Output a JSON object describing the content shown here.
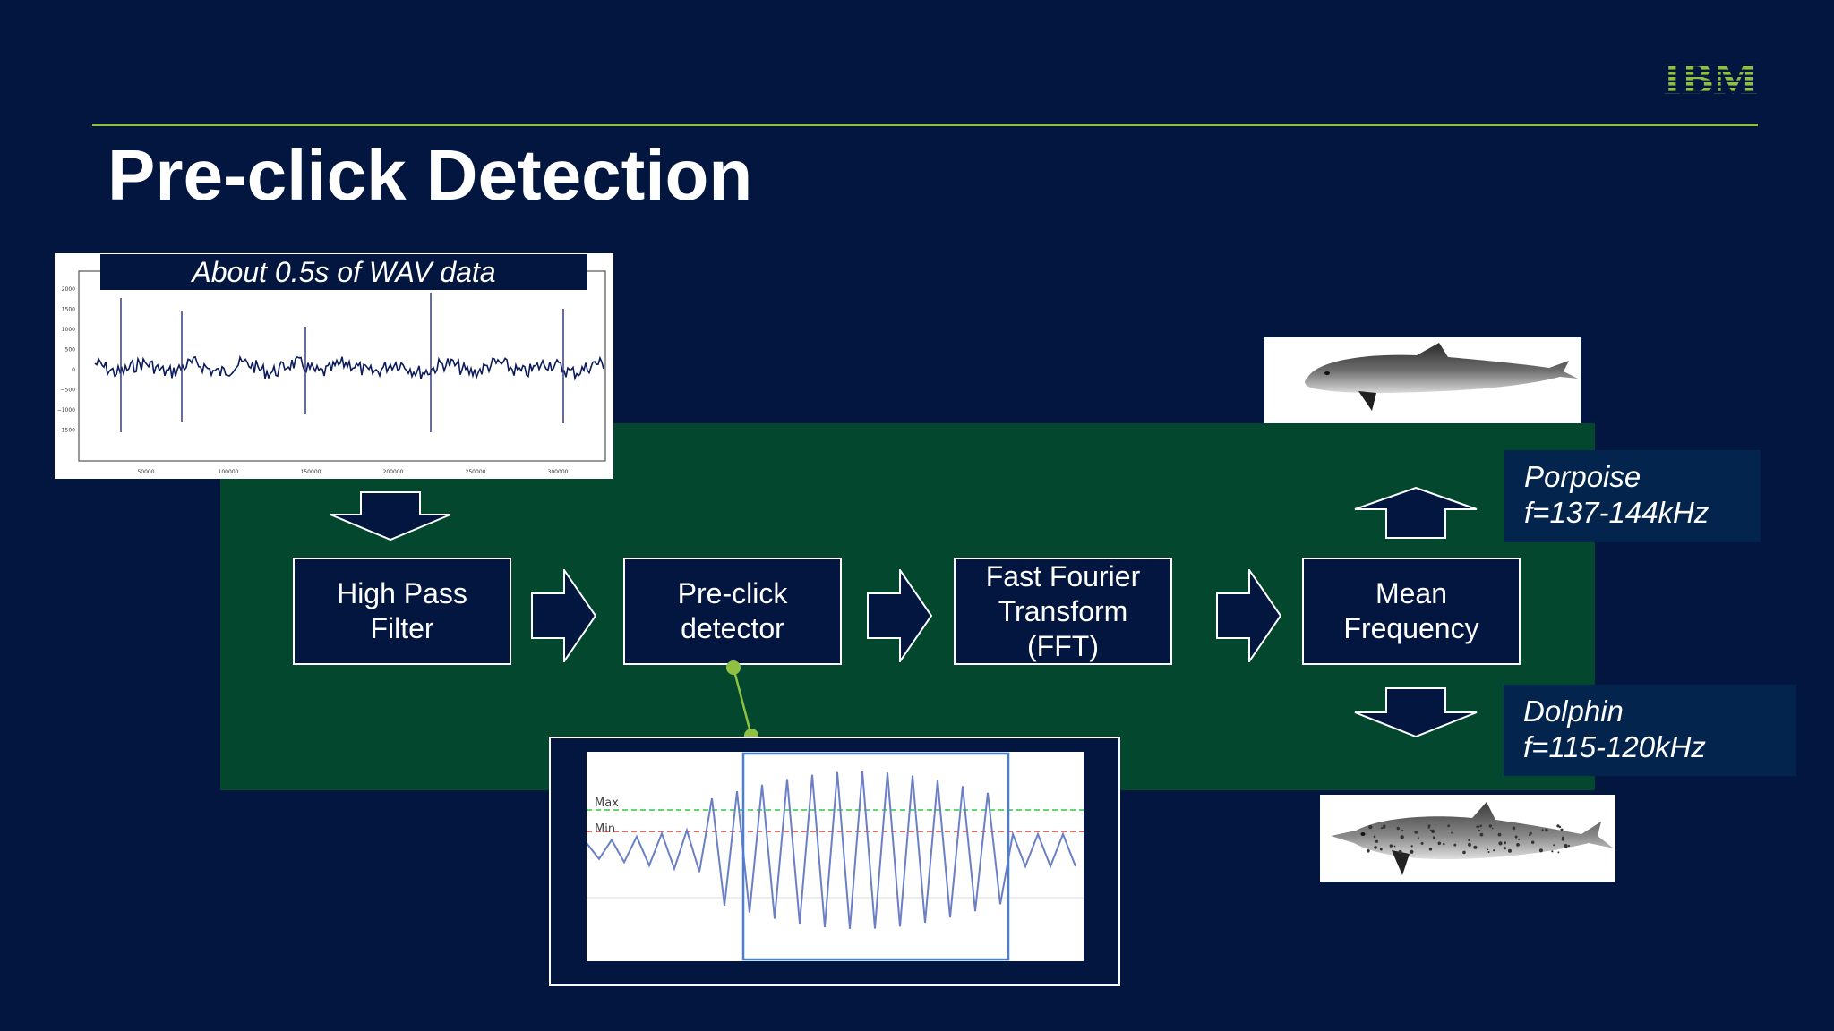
{
  "slide": {
    "title": "Pre-click Detection",
    "logo_text": "IBM"
  },
  "colors": {
    "background": "#02163f",
    "panel": "#02472e",
    "accent": "#8fc043",
    "waveform": "#0b1b5c",
    "detail_wave": "#6b7fc4",
    "max_line": "#2ecc40",
    "min_line": "#e53935",
    "window": "#4a7fd6"
  },
  "wav_plot": {
    "caption": "About 0.5s of WAV data",
    "y_ticks": [
      "2000",
      "1500",
      "1000",
      "500",
      "0",
      "−500",
      "−1000",
      "−1500"
    ],
    "x_ticks": [
      "50000",
      "100000",
      "150000",
      "200000",
      "250000",
      "300000"
    ]
  },
  "pipeline": [
    {
      "label": "High Pass\nFilter"
    },
    {
      "label": "Pre-click\ndetector"
    },
    {
      "label": "Fast Fourier\nTransform\n(FFT)"
    },
    {
      "label": "Mean\nFrequency"
    }
  ],
  "outputs": {
    "porpoise": {
      "name": "Porpoise",
      "freq": "f=137-144kHz"
    },
    "dolphin": {
      "name": "Dolphin",
      "freq": "f=115-120kHz"
    }
  },
  "detail_plot": {
    "max_label": "Max",
    "min_label": "Min"
  },
  "icons": [
    "down-arrow-icon",
    "right-arrow-icon",
    "up-arrow-icon",
    "porpoise-illustration",
    "dolphin-illustration"
  ]
}
